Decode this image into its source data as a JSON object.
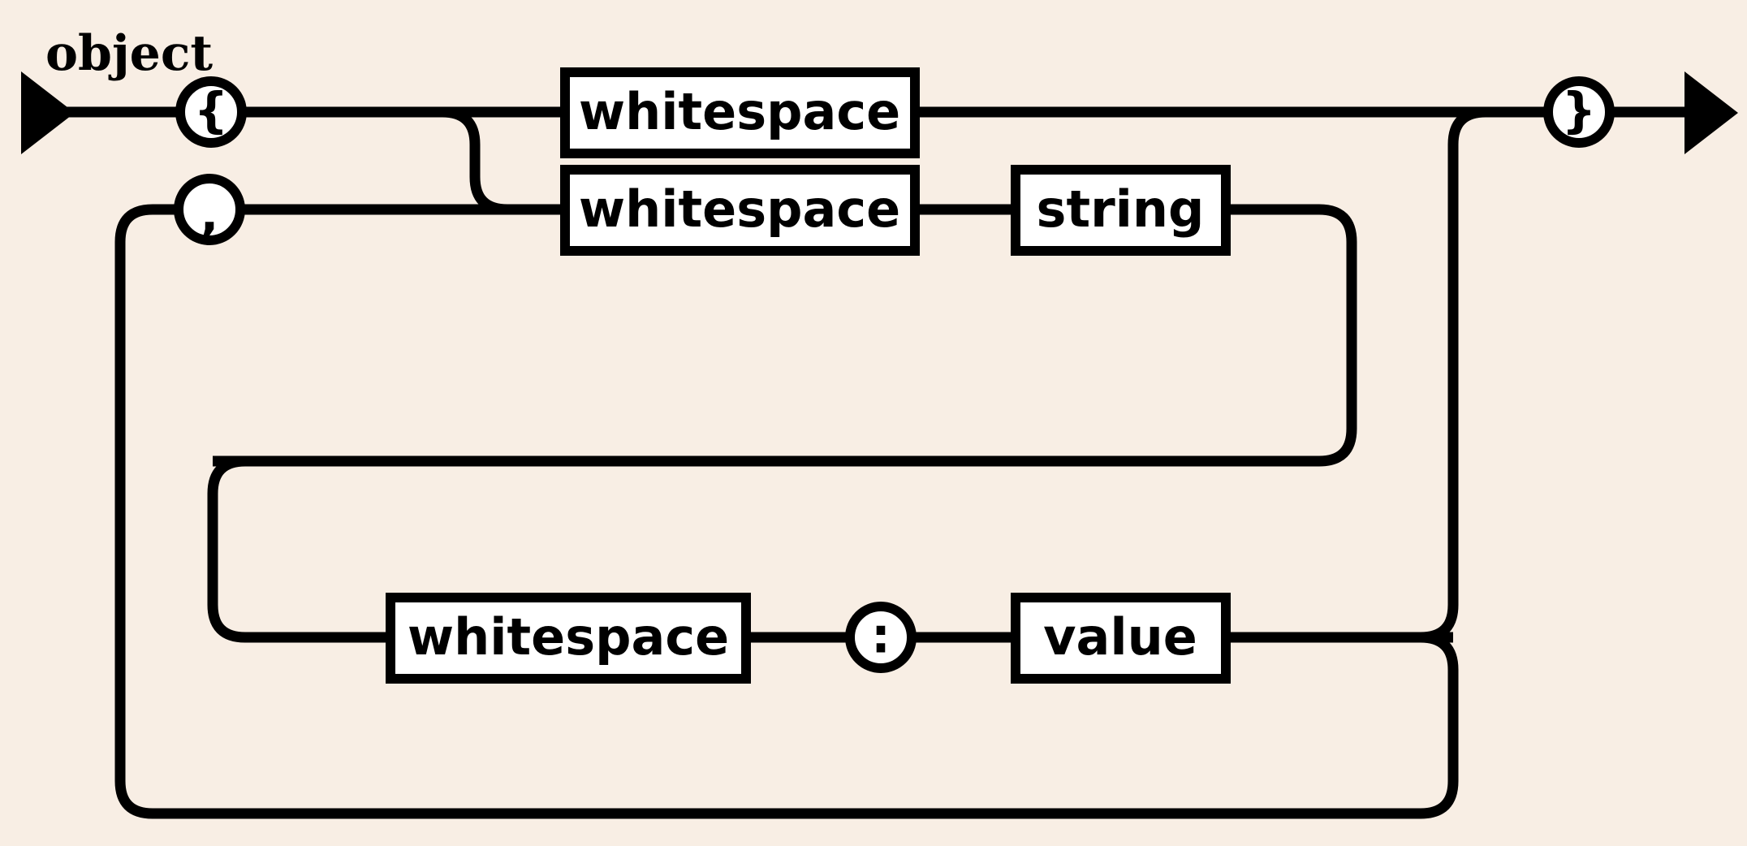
{
  "diagram": {
    "title": "object",
    "type": "railroad-syntax-diagram",
    "background_color": "#f8eee4",
    "line_color": "#000000",
    "box_fill_color": "#ffffff",
    "nodes": {
      "open_brace": "{",
      "comma": ",",
      "colon": ":",
      "close_brace": "}",
      "whitespace_top": "whitespace",
      "whitespace_middle": "whitespace",
      "whitespace_bottom": "whitespace",
      "string": "string",
      "value": "value"
    },
    "icons": {
      "entry_arrow": "entry-arrow-icon",
      "exit_arrow": "exit-arrow-icon"
    }
  }
}
